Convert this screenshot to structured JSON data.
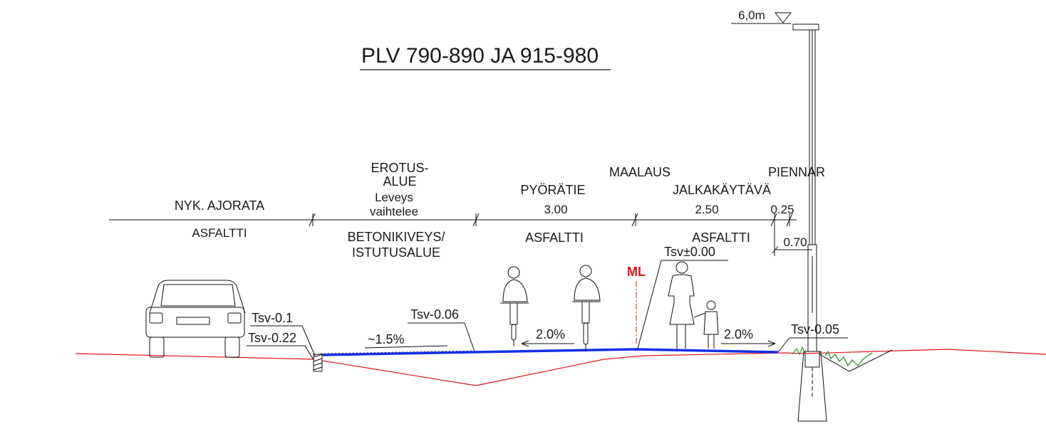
{
  "title": "PLV 790-890 JA 915-980",
  "pole_height": "6,0m",
  "sections": {
    "road": {
      "name": "NYK. AJORATA",
      "surface": "ASFALTTI"
    },
    "separation": {
      "name_line1": "EROTUS-",
      "name_line2": "ALUE",
      "width_line1": "Leveys",
      "width_line2": "vaihtelee",
      "surface_line1": "BETONIKIVEYS/",
      "surface_line2": "ISTUTUSALUE"
    },
    "cycle": {
      "name": "PYÖRÄTIE",
      "width": "3.00",
      "surface": "ASFALTTI"
    },
    "marking": {
      "name": "MAALAUS"
    },
    "footway": {
      "name": "JALKAKÄYTÄVÄ",
      "width": "2.50",
      "surface": "ASFALTTI"
    },
    "shoulder": {
      "name": "PIENNAR",
      "width": "0.25",
      "offset": "0.70"
    }
  },
  "levels": {
    "curb_top": "Tsv-0.1",
    "curb_bottom": "Tsv-0.22",
    "separation_edge": "Tsv-0.06",
    "ml": "Tsv±0.00",
    "shoulder_edge": "Tsv-0.05"
  },
  "ml_label": "ML",
  "slopes": {
    "separation": "~1.5%",
    "cycle": "2.0%",
    "footway": "2.0%"
  },
  "colors": {
    "surface_line": "#1430e6",
    "ground_line": "#e0141c",
    "ml_label": "#e0141c",
    "vegetation": "#3a9a3a"
  }
}
